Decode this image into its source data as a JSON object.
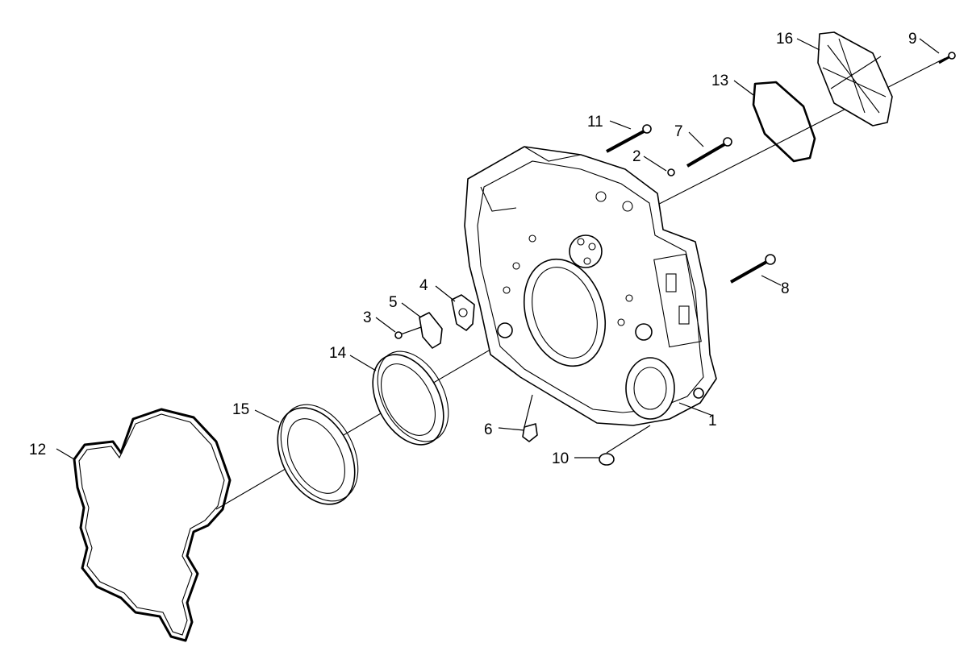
{
  "diagram": {
    "type": "exploded-parts-view",
    "callouts": [
      "1",
      "2",
      "3",
      "4",
      "5",
      "6",
      "7",
      "8",
      "9",
      "10",
      "11",
      "12",
      "13",
      "14",
      "15",
      "16"
    ]
  }
}
